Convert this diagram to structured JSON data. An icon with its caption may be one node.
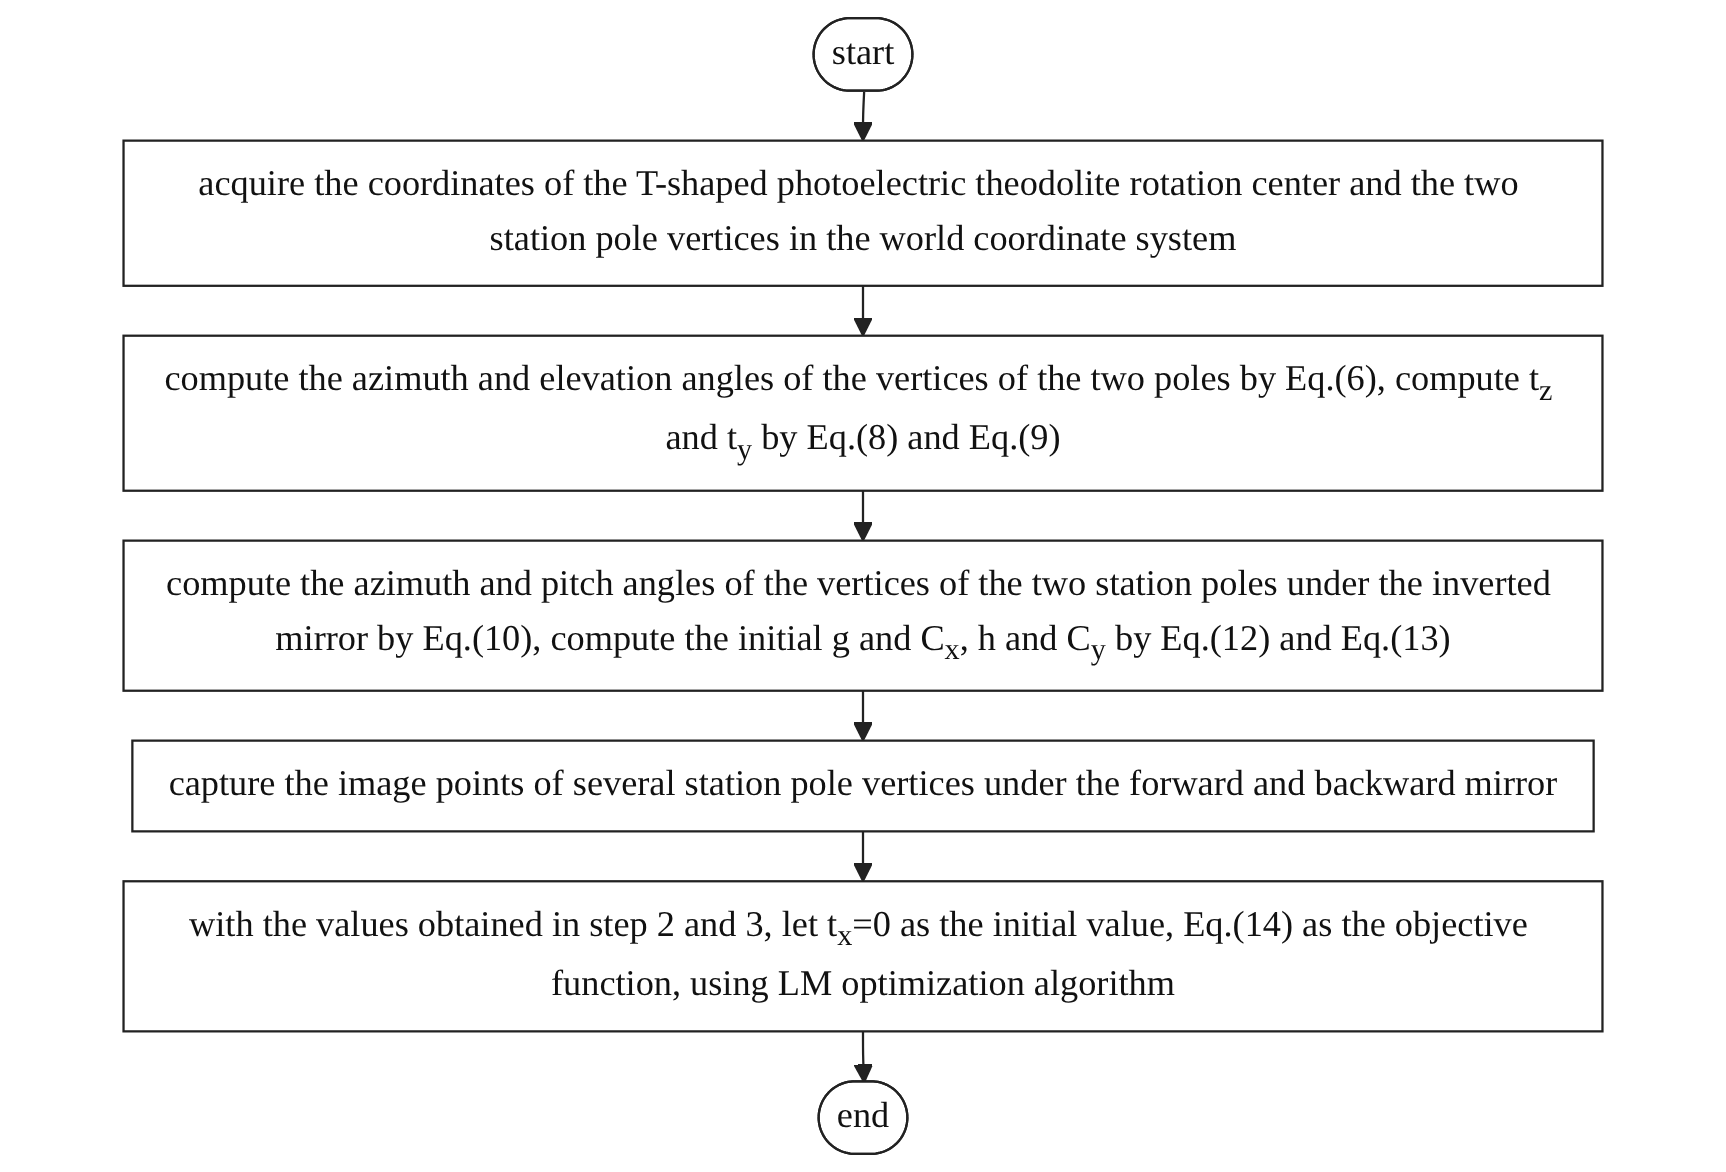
{
  "diagram": {
    "nodes": [
      {
        "text": [
          "start"
        ]
      },
      {
        "text": [
          "acquire the coordinates of the T-shaped photoelectric theodolite rotation center and the two station pole vertices in the world coordinate system"
        ]
      },
      {
        "text": [
          "compute the azimuth and elevation angles of the vertices of the two poles by Eq.(6), compute t$_{z}$ and t$_{y}$ by Eq.(8) and Eq.(9)"
        ]
      },
      {
        "text": [
          "compute the azimuth and pitch angles of the vertices of the two station poles under the inverted mirror by Eq.(10), compute the initial g and C$_{x}$, h and C$_{y}$ by Eq.(12) and Eq.(13)"
        ]
      },
      {
        "text": [
          "capture the image points of several station pole vertices under the forward and backward mirror"
        ]
      },
      {
        "text": [
          "with the values obtained in step 2 and 3, let t$_{x}$=0 as the initial value, Eq.(14) as the objective function, using LM optimization algorithm"
        ]
      },
      {
        "text": [
          "end"
        ]
      }
    ],
    "edges": [
      {
        "from": 0,
        "to": 1,
        "arrow": "to"
      },
      {
        "from": 1,
        "to": 2,
        "arrow": "to"
      },
      {
        "from": 2,
        "to": 3,
        "arrow": "to"
      },
      {
        "from": 3,
        "to": 4,
        "arrow": "to"
      },
      {
        "from": 4,
        "to": 5,
        "arrow": "to"
      },
      {
        "from": 5,
        "to": 6,
        "arrow": "to"
      }
    ]
  }
}
